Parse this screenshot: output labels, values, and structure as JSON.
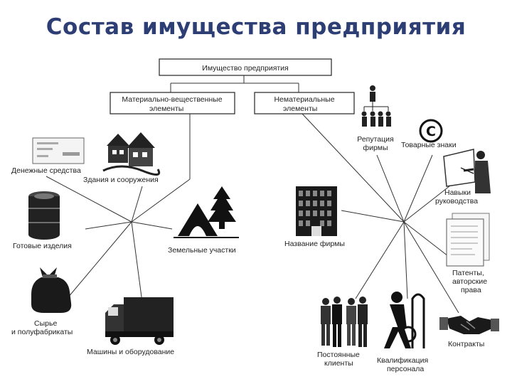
{
  "title": "Состав имущества предприятия",
  "root": {
    "label": "Имущество предприятия"
  },
  "branches": {
    "material": {
      "line1": "Материально-вещественные",
      "line2": "элементы"
    },
    "intangible": {
      "line1": "Нематериальные",
      "line2": "элементы"
    }
  },
  "material_items": {
    "cash": "Денежные средства",
    "buildings": "Здания и сооружения",
    "finished_goods": "Готовые изделия",
    "land": "Земельные участки",
    "raw_l1": "Сырье",
    "raw_l2": "и полуфабрикаты",
    "machines": "Машины и оборудование"
  },
  "intangible_items": {
    "reputation_l1": "Репутация",
    "reputation_l2": "фирмы",
    "trademarks": "Товарные знаки",
    "mgmt_l1": "Навыки",
    "mgmt_l2": "руководства",
    "firm_name": "Название фирмы",
    "patents_l1": "Патенты,",
    "patents_l2": "авторские",
    "patents_l3": "права",
    "clients_l1": "Постоянные",
    "clients_l2": "клиенты",
    "staff_l1": "Квалификация",
    "staff_l2": "персонала",
    "contracts": "Контракты"
  },
  "icons": {
    "copyright_symbol": "C",
    "icon_names": [
      "banknote-icon",
      "houses-icon",
      "barrel-icon",
      "land-tree-icon",
      "sack-icon",
      "truck-icon",
      "org-chart-icon",
      "copyright-icon",
      "presenter-icon",
      "office-building-icon",
      "document-icon",
      "people-icon",
      "worker-icon",
      "handshake-icon"
    ]
  },
  "colors": {
    "title": "#2c3e73",
    "lines": "#333333"
  }
}
